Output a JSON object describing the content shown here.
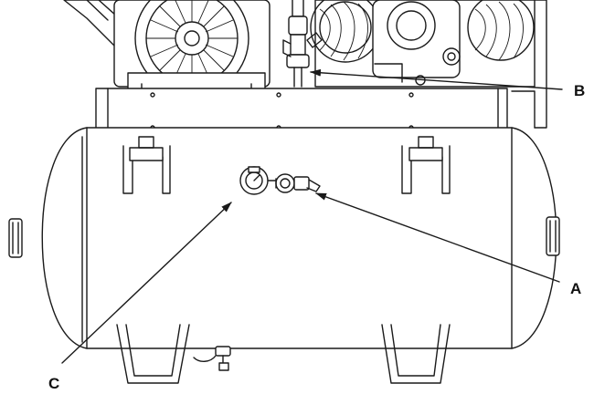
{
  "callouts": [
    {
      "id": "A",
      "label": "A"
    },
    {
      "id": "B",
      "label": "B"
    },
    {
      "id": "C",
      "label": "C"
    }
  ],
  "colors": {
    "line": "#1a1a1a",
    "background": "#ffffff",
    "shade": "#d8d8d8"
  },
  "icons": [
    "arrow-pointer-icon"
  ]
}
